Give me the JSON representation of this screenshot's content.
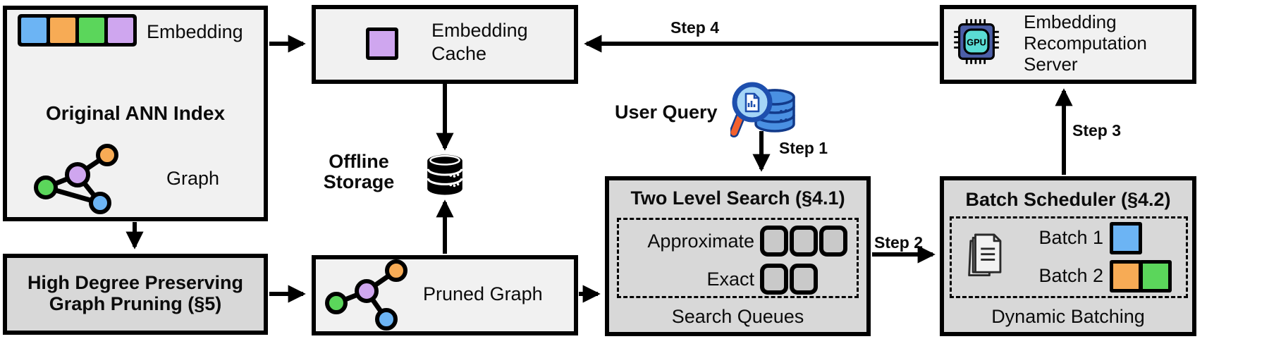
{
  "colors": {
    "blue": "#6cb4f4",
    "orange": "#f7ab55",
    "green": "#5bd65b",
    "purple": "#cfa6ef",
    "box_light": "#f1f1f1",
    "box_dark": "#d8d8d8",
    "slot_fill": "#c9c9c9",
    "gpu_body": "#4c5fa8",
    "gpu_screen": "#5adcd4",
    "query_db": "#4a90e2",
    "query_db_dark": "#123a8a",
    "lens_fill": "#a5d6f7",
    "lens_rim": "#1d4fae",
    "handle_orange": "#f2612e"
  },
  "ann_index": {
    "title": "Original ANN Index",
    "embedding_label": "Embedding",
    "graph_label": "Graph"
  },
  "embedding_cache": {
    "label": "Embedding Cache"
  },
  "recompute_server": {
    "label": "Embedding Recomputation Server",
    "gpu_text": "GPU"
  },
  "offline_storage": {
    "label": "Offline Storage"
  },
  "user_query": {
    "label": "User Query"
  },
  "two_level_search": {
    "title": "Two Level Search (§4.1)",
    "approximate_label": "Approximate",
    "exact_label": "Exact",
    "approximate_slots": 3,
    "exact_slots": 2,
    "footer": "Search Queues"
  },
  "batch_scheduler": {
    "title": "Batch Scheduler (§4.2)",
    "batch1_label": "Batch 1",
    "batch2_label": "Batch 2",
    "footer": "Dynamic Batching"
  },
  "graph_pruning": {
    "title": "High Degree Preserving Graph Pruning (§5)"
  },
  "pruned_graph": {
    "label": "Pruned Graph"
  },
  "steps": {
    "step1": "Step 1",
    "step2": "Step 2",
    "step3": "Step 3",
    "step4": "Step 4"
  }
}
